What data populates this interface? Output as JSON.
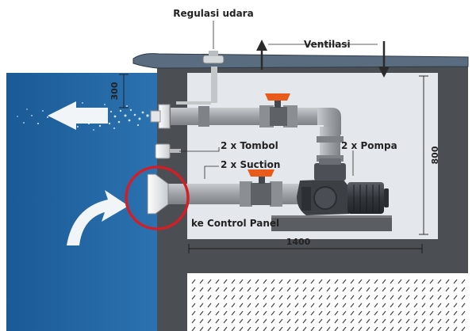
{
  "labels": {
    "air_regulation": "Regulasi udara",
    "ventilation": "Ventilasi",
    "buttons": "2 x Tombol",
    "suction": "2 x Suction",
    "pumps": "2 x Pompa",
    "control_panel": "ke Control Panel"
  },
  "dimensions": {
    "depth": "300",
    "height": "800",
    "width": "1400"
  },
  "colors": {
    "pool_water": "#1f5f9c",
    "room_fill": "#e4e8ec",
    "wall": "#4a4d52",
    "pipe": "#a9adb2",
    "valve_handle": "#ea5a1b",
    "highlight_circle": "#d21f26"
  }
}
